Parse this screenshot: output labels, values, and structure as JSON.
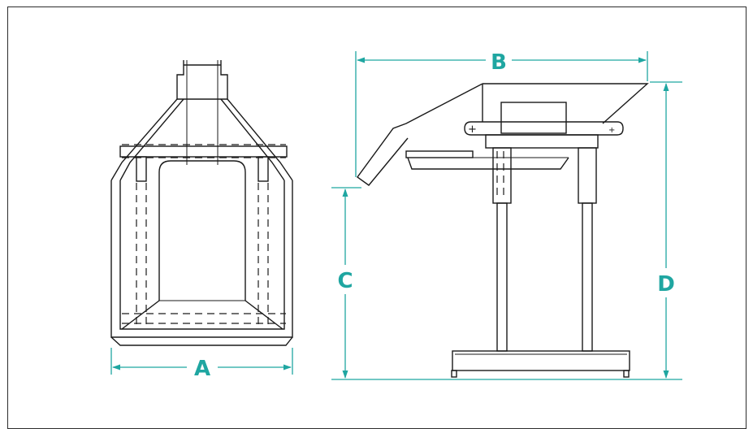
{
  "accent_color": "#1fa6a1",
  "line_color": "#1a1a1a",
  "dimensions": {
    "a": "A",
    "b": "B",
    "c": "C",
    "d": "D"
  }
}
